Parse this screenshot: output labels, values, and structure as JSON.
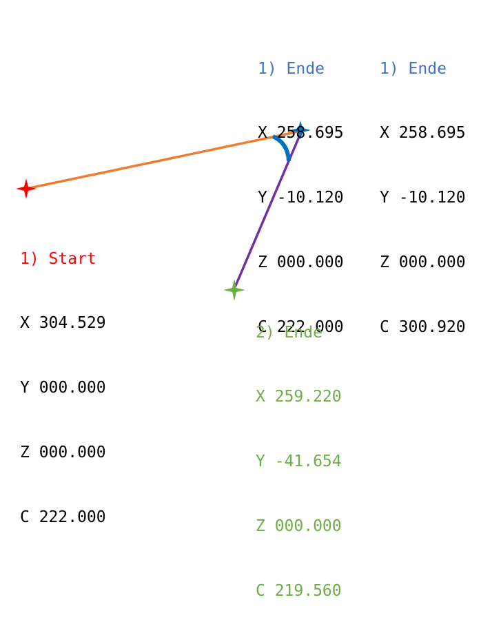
{
  "colors": {
    "start": "#ff0000",
    "end1": "#4472c4",
    "end2": "#70ad47",
    "text": "#000000",
    "line_start_end1": "#ed7d31",
    "line_end1_end2": "#7030a0",
    "arc": "#0070c0",
    "marker_end1": "#0070c0"
  },
  "start": {
    "title": "1) Start",
    "x": "X 304.529",
    "y": "Y 000.000",
    "z": "Z 000.000",
    "c": "C 222.000"
  },
  "end1_a": {
    "title": "1) Ende",
    "x": "X 258.695",
    "y": "Y -10.120",
    "z": "Z 000.000",
    "c": "C 222.000"
  },
  "end1_b": {
    "title": "1) Ende",
    "x": "X 258.695",
    "y": "Y -10.120",
    "z": "Z 000.000",
    "c": "C 300.920"
  },
  "end2": {
    "title": "2) Ende",
    "x": "X 259.220",
    "y": "Y -41.654",
    "z": "Z 000.000",
    "c": "C 219.560"
  }
}
